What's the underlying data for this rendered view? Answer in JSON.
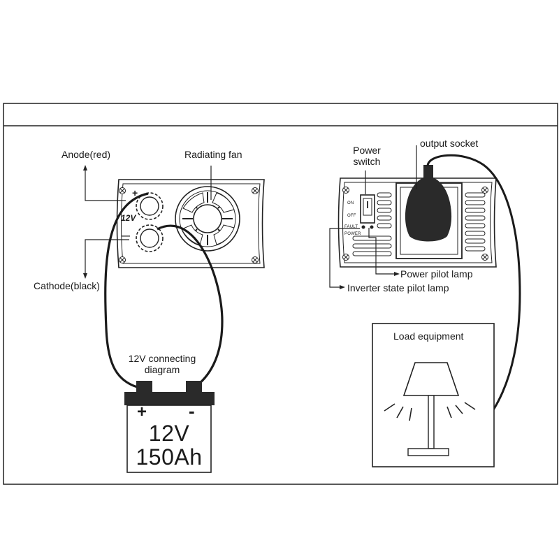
{
  "labels": {
    "anode": "Anode(red)",
    "cathode": "Cathode(black)",
    "radiating_fan": "Radiating fan",
    "power_switch_line1": "Power",
    "power_switch_line2": "switch",
    "output_socket": "output socket",
    "power_pilot_lamp": "Power pilot lamp",
    "inverter_state_pilot_lamp": "Inverter state pilot lamp",
    "load_equipment": "Load equipment",
    "connecting_line1": "12V connecting",
    "connecting_line2": "diagram"
  },
  "inverter_left": {
    "voltage": "12V",
    "plus": "+",
    "minus": "—"
  },
  "inverter_right": {
    "switch_on": "ON",
    "switch_off": "OFF",
    "led_fault": "FAULT",
    "led_power": "POWER"
  },
  "battery": {
    "plus": "+",
    "minus": "-",
    "voltage": "12V",
    "capacity": "150Ah"
  }
}
